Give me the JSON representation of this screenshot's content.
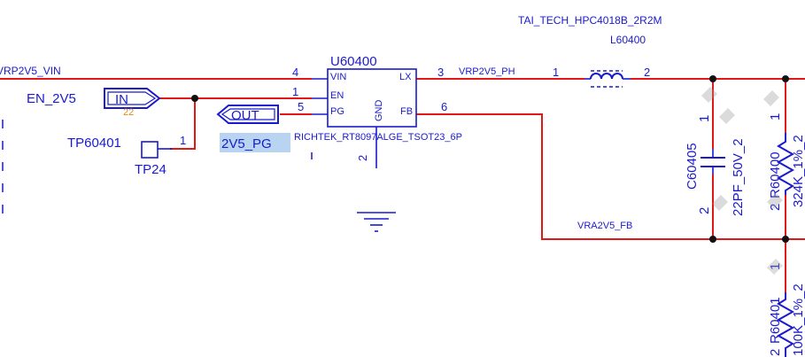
{
  "nets": {
    "vin": "VRP2V5_VIN",
    "en": "EN_2V5",
    "ph": "VRP2V5_PH",
    "fb": "VRA2V5_FB",
    "pg": "2V5_PG"
  },
  "ports": {
    "in_label": "IN",
    "in_ref": "22",
    "out_label": "OUT"
  },
  "ic": {
    "refdes": "U60400",
    "part": "RICHTEK_RT8097ALGE_TSOT23_6P",
    "pins": {
      "vin": {
        "name": "VIN",
        "num": "4"
      },
      "en": {
        "name": "EN",
        "num": "1"
      },
      "pg": {
        "name": "PG",
        "num": "5"
      },
      "lx": {
        "name": "LX",
        "num": "3"
      },
      "fb": {
        "name": "FB",
        "num": "6"
      },
      "gnd": {
        "name": "GND",
        "num": "2"
      }
    }
  },
  "inductor": {
    "part": "TAI_TECH_HPC4018B_2R2M",
    "refdes": "L60400",
    "pin1": "1",
    "pin2": "2"
  },
  "testpoint": {
    "refdes": "TP60401",
    "footprint": "TP24",
    "pin": "1"
  },
  "capacitor": {
    "refdes": "C60405",
    "value": "22PF_50V_2",
    "pin1": "1",
    "pin2": "2"
  },
  "resistor_top": {
    "refdes": "R60400",
    "value": "324K_1%_2",
    "pin1": "1",
    "pin2": "2"
  },
  "resistor_bottom": {
    "refdes": "R60401",
    "value": "100K_1%_2",
    "pin1": "1",
    "pin2": "2"
  },
  "colors": {
    "wire": "#e01818",
    "symbol": "#1a1acc",
    "junction": "#111111",
    "highlight": "#b8d4f0"
  }
}
